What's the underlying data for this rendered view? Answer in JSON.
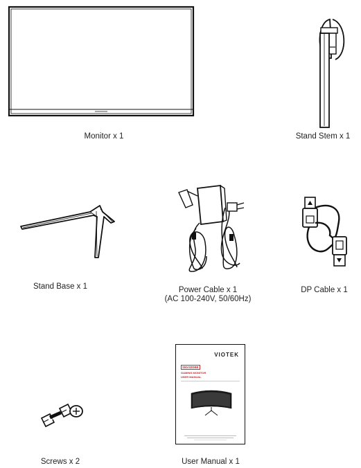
{
  "items": {
    "monitor": {
      "label": "Monitor x 1"
    },
    "stand_stem": {
      "label": "Stand Stem x 1"
    },
    "stand_base": {
      "label": "Stand Base x 1"
    },
    "power_cable": {
      "label_line1": "Power Cable x 1",
      "label_line2": "(AC 100-240V, 50/60Hz)"
    },
    "dp_cable": {
      "label": "DP Cable x 1"
    },
    "screws": {
      "label": "Screws x 2"
    },
    "user_manual": {
      "label": "User Manual x 1",
      "brand": "VIOTEK",
      "model": "SNV32DBE",
      "subtitle1": "GAMING MONITOR",
      "subtitle2": "USER MANUAL",
      "accent_color": "#d2232a"
    }
  }
}
